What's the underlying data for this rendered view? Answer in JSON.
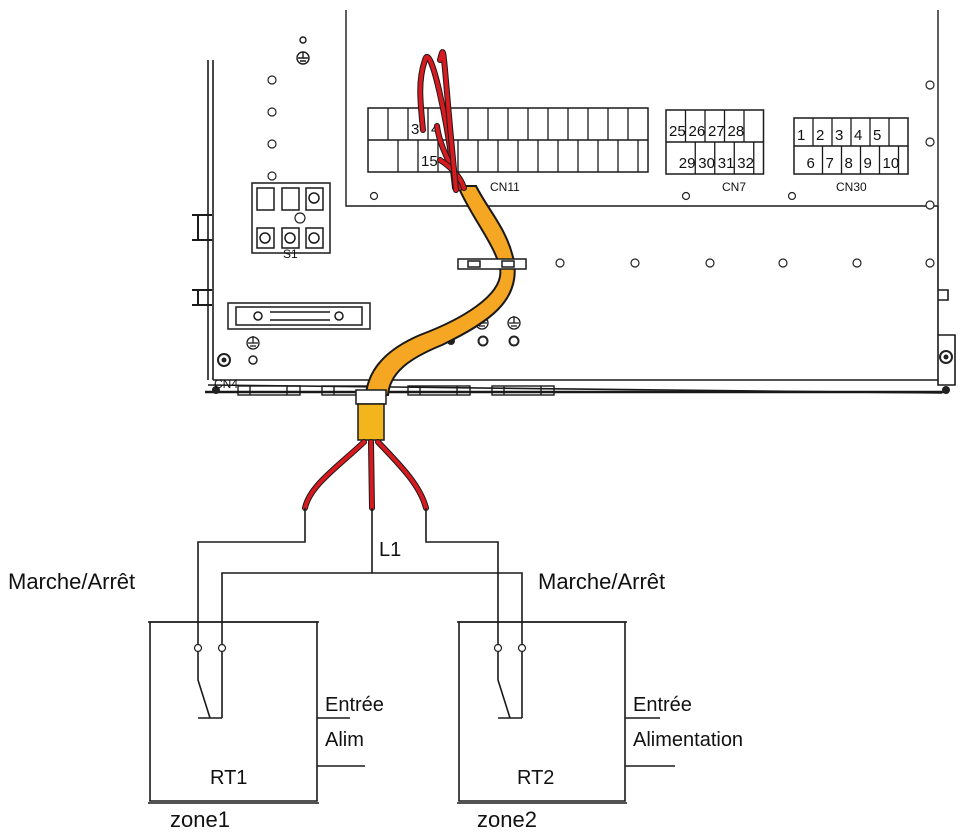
{
  "terminals": {
    "cn11_top": [
      "3",
      "4"
    ],
    "cn11_bottom": "15",
    "cn7_top": [
      "25",
      "26",
      "27",
      "28"
    ],
    "cn7_bottom": [
      "29",
      "30",
      "31",
      "32"
    ],
    "cn30_top": [
      "1",
      "2",
      "3",
      "4",
      "5"
    ],
    "cn30_bottom": [
      "6",
      "7",
      "8",
      "9",
      "10"
    ]
  },
  "connectors": {
    "cn11": "CN11",
    "cn7": "CN7",
    "cn30": "CN30",
    "cn4": "CN4",
    "s1": "S1"
  },
  "wiring": {
    "common_label": "L1",
    "left_switch_label": "Marche/Arrêt",
    "right_switch_label": "Marche/Arrêt"
  },
  "thermostats": [
    {
      "name": "RT1",
      "zone": "zone1",
      "input_line1": "Entrée",
      "input_line2": "Alim"
    },
    {
      "name": "RT2",
      "zone": "zone2",
      "input_line1": "Entrée",
      "input_line2": "Alimentation"
    }
  ],
  "colors": {
    "wire_red": "#d71920",
    "sheath_orange": "#f5a623",
    "sheath_yellow": "#f2b51c",
    "outline": "#1a1a1a"
  }
}
